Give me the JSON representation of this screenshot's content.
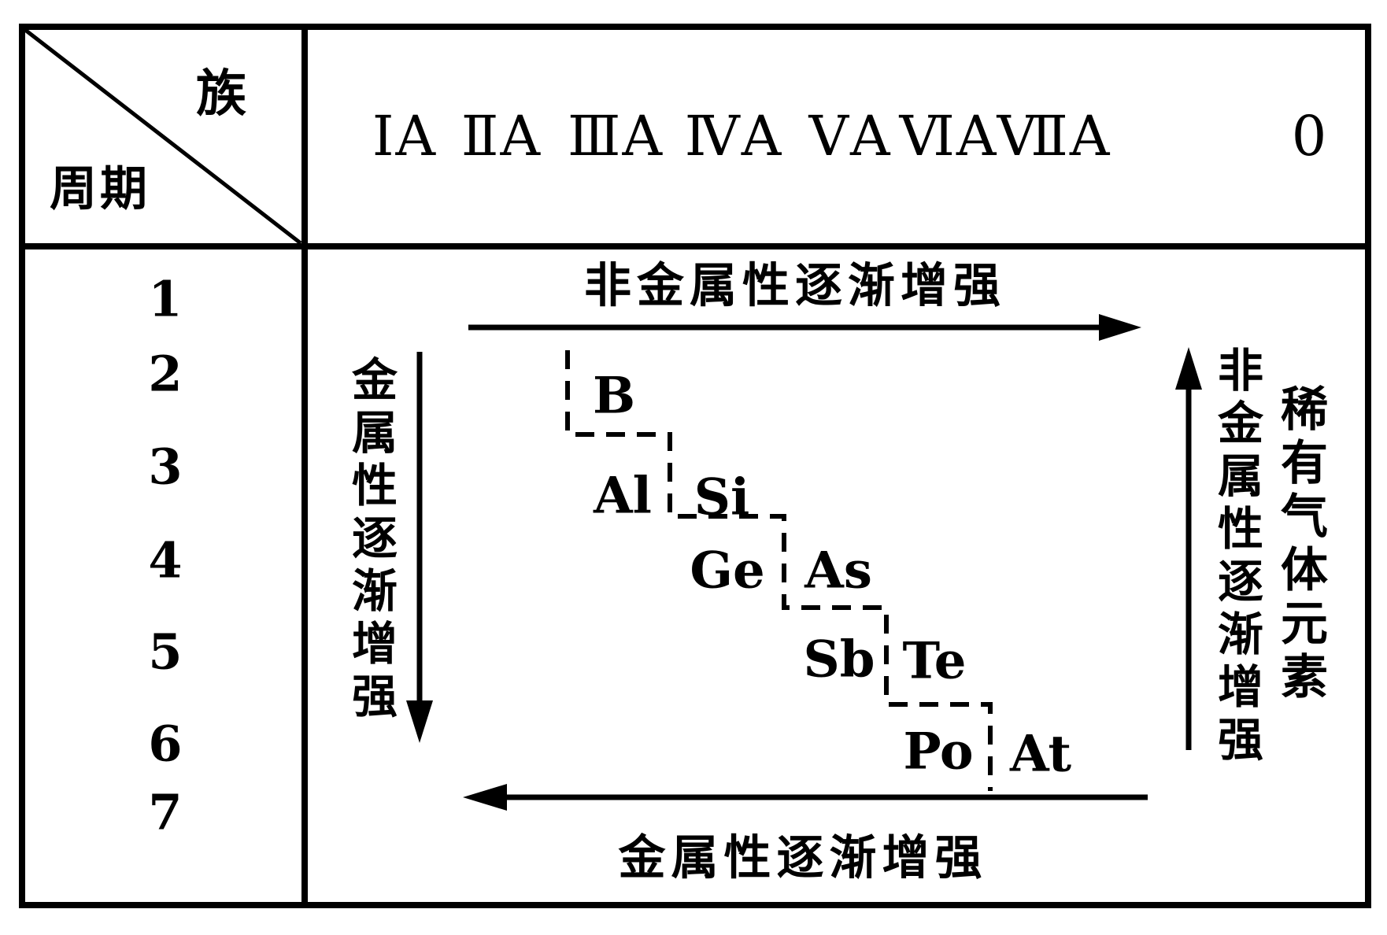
{
  "corner": {
    "group_label": "族",
    "period_label": "周期"
  },
  "header": {
    "groups": [
      "ⅠA",
      "ⅡA",
      "ⅢA",
      "ⅣA",
      "ⅤA",
      "ⅥA",
      "ⅦA"
    ],
    "zero_group": "0"
  },
  "periods": [
    "1",
    "2",
    "3",
    "4",
    "5",
    "6",
    "7"
  ],
  "staircase": {
    "elements": [
      "B",
      "Al",
      "Si",
      "Ge",
      "As",
      "Sb",
      "Te",
      "Po",
      "At"
    ]
  },
  "annotations": {
    "top_arrow_label": "非金属性逐渐增强",
    "bottom_arrow_label": "金属性逐渐增强",
    "left_arrow_label": "金属性逐渐增强",
    "right_arrow_label": "非金属性逐渐增强",
    "noble_gas_label": "稀有气体元素"
  },
  "colors": {
    "ink": "#000000",
    "background": "#ffffff"
  }
}
